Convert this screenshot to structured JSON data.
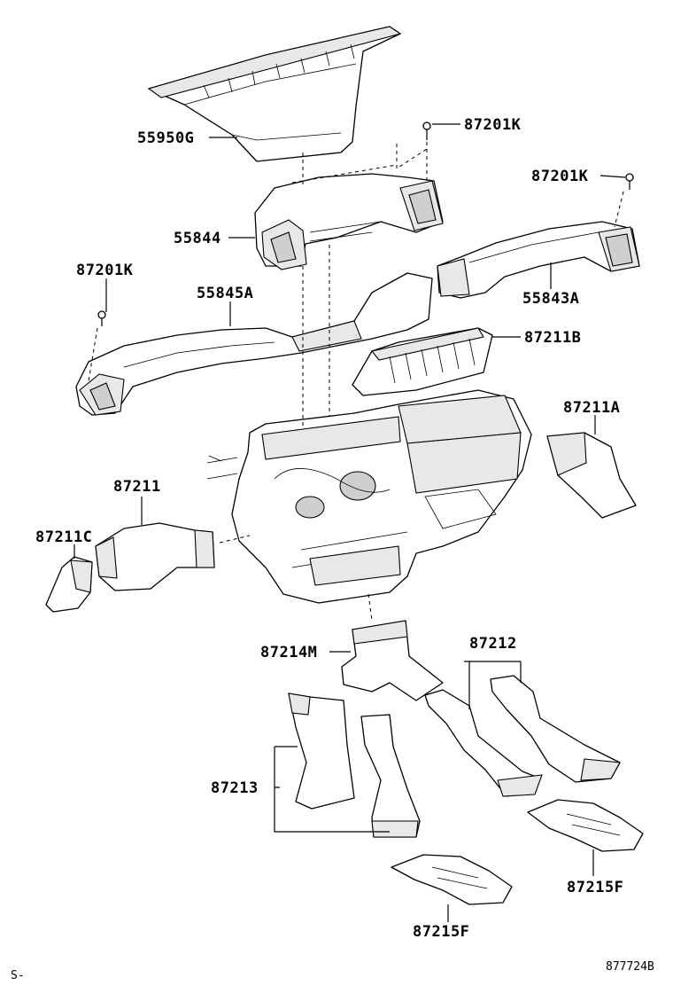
{
  "diagram": {
    "part_labels": {
      "p55950g": "55950G",
      "p87201k_top": "87201K",
      "p87201k_right": "87201K",
      "p55844": "55844",
      "p87201k_left": "87201K",
      "p55845a": "55845A",
      "p55843a": "55843A",
      "p87211b": "87211B",
      "p87211a": "87211A",
      "p87211": "87211",
      "p87211c": "87211C",
      "p87214m": "87214M",
      "p87212": "87212",
      "p87213": "87213",
      "p87215f_right": "87215F",
      "p87215f_bottom": "87215F"
    },
    "footer": {
      "left_mark": "S-",
      "drawing_number": "877724B"
    }
  }
}
